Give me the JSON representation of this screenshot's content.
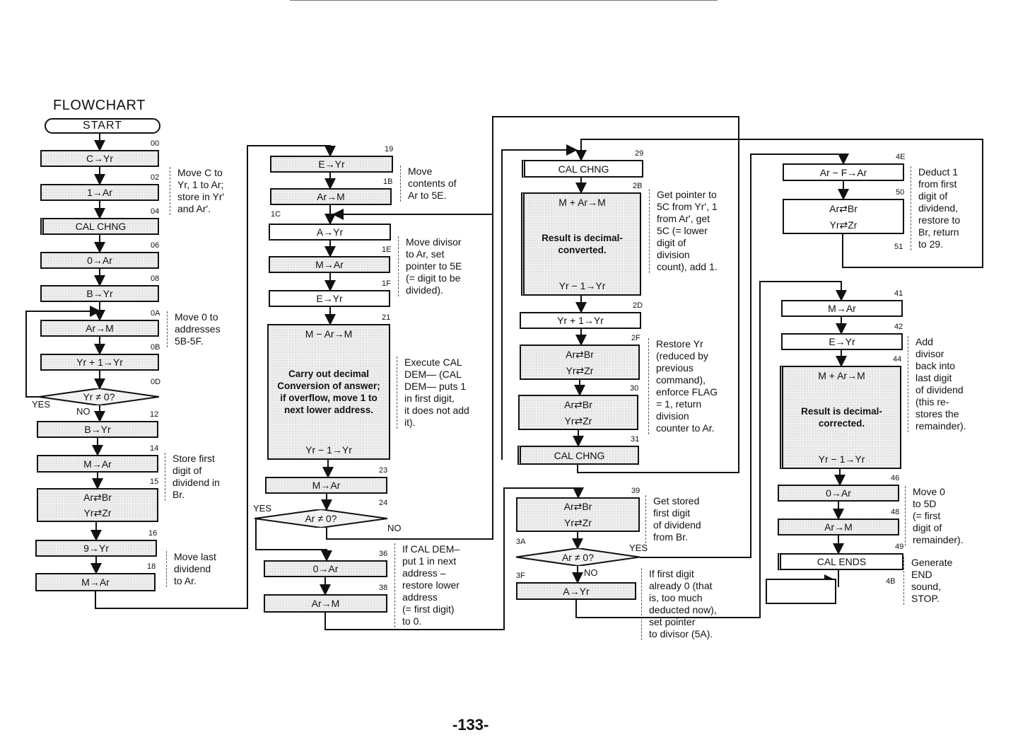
{
  "title": "FLOWCHART",
  "start_label": "START",
  "page_number": "-133-",
  "steps": [
    {
      "step": "00",
      "lines": [
        "C→Yr"
      ]
    },
    {
      "step": "02",
      "lines": [
        "1→Ar"
      ]
    },
    {
      "step": "04",
      "lines": [
        "CAL CHNG"
      ]
    },
    {
      "step": "06",
      "lines": [
        "0→Ar"
      ]
    },
    {
      "step": "08",
      "lines": [
        "B→Yr"
      ]
    },
    {
      "step": "0A",
      "lines": [
        "Ar→M"
      ]
    },
    {
      "step": "0B",
      "lines": [
        "Yr + 1→Yr"
      ]
    },
    {
      "step": "0D",
      "lines": [
        "Yr ≠ 0?"
      ],
      "decision": true
    },
    {
      "step": "12",
      "lines": [
        "B→Yr"
      ]
    },
    {
      "step": "14",
      "lines": [
        "M→Ar"
      ]
    },
    {
      "step": "15",
      "lines": [
        "Ar⇄Br",
        "Yr⇄Zr"
      ]
    },
    {
      "step": "16",
      "lines": [
        "9→Yr"
      ]
    },
    {
      "step": "18",
      "lines": [
        "M→Ar"
      ]
    },
    {
      "step": "19",
      "lines": [
        "E→Yr"
      ]
    },
    {
      "step": "1B",
      "lines": [
        "Ar→M"
      ]
    },
    {
      "step": "1C",
      "lines": [
        "A→Yr"
      ]
    },
    {
      "step": "1E",
      "lines": [
        "M→Ar"
      ]
    },
    {
      "step": "1F",
      "lines": [
        "E→Yr"
      ]
    },
    {
      "step": "21",
      "lines": [
        "M − Ar→M"
      ],
      "mid": "Carry out decimal Conversion of answer; if overflow, move 1 to next lower address.",
      "bottom": "Yr − 1→Yr"
    },
    {
      "step": "23",
      "lines": [
        "M→Ar"
      ]
    },
    {
      "step": "24",
      "lines": [
        "Ar ≠ 0?"
      ],
      "decision": true
    },
    {
      "step": "36",
      "lines": [
        "0→Ar"
      ]
    },
    {
      "step": "38",
      "lines": [
        "Ar→M"
      ]
    },
    {
      "step": "29",
      "lines": [
        "CAL CHNG"
      ]
    },
    {
      "step": "2B",
      "lines": [
        "M + Ar→M"
      ],
      "mid": "Result is decimal-converted.",
      "bottom": "Yr − 1→Yr"
    },
    {
      "step": "2D",
      "lines": [
        "Yr + 1→Yr"
      ]
    },
    {
      "step": "2F",
      "lines": [
        "Ar⇄Br",
        "Yr⇄Zr"
      ]
    },
    {
      "step": "30",
      "lines": [
        "Ar⇄Br",
        "Yr⇄Zr"
      ]
    },
    {
      "step": "31",
      "lines": [
        "CAL CHNG"
      ]
    },
    {
      "step": "39",
      "lines": [
        "Ar⇄Br",
        "Yr⇄Zr"
      ]
    },
    {
      "step": "3A",
      "lines": [
        "Ar ≠ 0?"
      ],
      "decision": true
    },
    {
      "step": "3F",
      "lines": [
        "A→Yr"
      ]
    },
    {
      "step": "4E",
      "lines": [
        "Ar − F→Ar"
      ]
    },
    {
      "step": "50",
      "lines": [
        "Ar⇄Br",
        "Yr⇄Zr"
      ]
    },
    {
      "step": "41",
      "lines": [
        "M→Ar"
      ]
    },
    {
      "step": "42",
      "lines": [
        "E→Yr"
      ]
    },
    {
      "step": "44",
      "lines": [
        "M + Ar→M"
      ],
      "mid": "Result is decimal-corrected.",
      "bottom": "Yr − 1→Yr"
    },
    {
      "step": "46",
      "lines": [
        "0→Ar"
      ]
    },
    {
      "step": "48",
      "lines": [
        "Ar→M"
      ]
    },
    {
      "step": "49",
      "lines": [
        "CAL ENDS"
      ]
    }
  ],
  "extra_step_labels": [
    "51",
    "4B"
  ],
  "branch_labels": {
    "yes": "YES",
    "no": "NO"
  },
  "notes": [
    "Move C to\nYr, 1 to Ar;\nstore in Yr'\nand Ar'.",
    "Move 0 to\naddresses\n5B-5F.",
    "Store first\ndigit of\ndividend in\nBr.",
    "Move last\ndividend\nto Ar.",
    "Move\ncontents of\nAr to 5E.",
    "Move divisor\nto Ar, set\npointer to 5E\n(= digit to be\ndivided).",
    "Execute CAL\nDEM— (CAL\nDEM— puts 1\nin first digit,\nit does not add\nit).",
    "If CAL DEM–\nput 1 in next\naddress –\nrestore lower\naddress\n(= first digit)\nto 0.",
    "Get pointer to\n5C from Yr', 1\nfrom Ar', get\n5C (= lower\ndigit of\ndivision\ncount), add 1.",
    "Restore Yr\n(reduced by\nprevious\ncommand),\nenforce FLAG\n= 1, return\ndivision\ncounter to Ar.",
    "Get stored\nfirst digit\nof dividend\nfrom Br.",
    "If first digit\nalready 0 (that\nis, too much\ndeducted now),\nset pointer\nto divisor (5A).",
    "Deduct 1\nfrom first\ndigit of\ndividend,\nrestore to\nBr, return\nto 29.",
    "Add\ndivisor\nback into\nlast digit\nof dividend\n(this re-\nstores the\nremainder).",
    "Move 0\nto 5D\n(= first\ndigit of\nremainder).",
    "Generate\nEND\nsound,\nSTOP."
  ]
}
